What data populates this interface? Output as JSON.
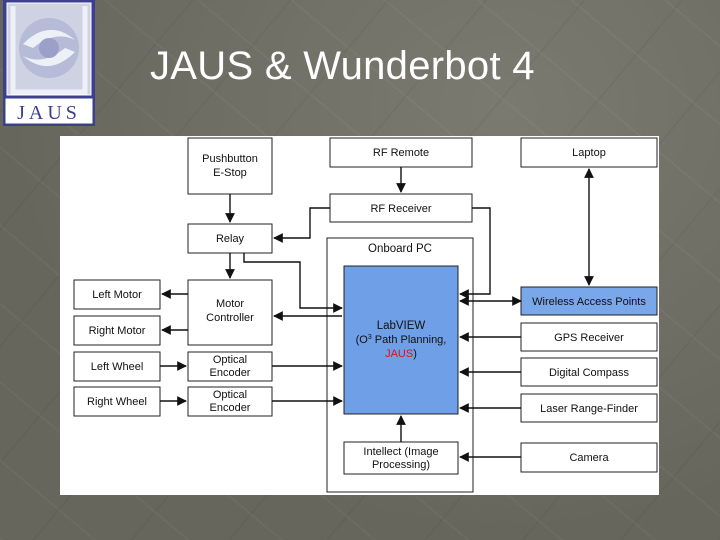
{
  "slide": {
    "title": "JAUS & Wunderbot 4",
    "logo": {
      "text": "JAUS",
      "colors": {
        "outer": "#3c3f8f",
        "frame": "#d9dbe8",
        "swirl": "#9aa0c8"
      }
    }
  },
  "diagram": {
    "nodes": {
      "pushbutton": {
        "line1": "Pushbutton",
        "line2": "E-Stop"
      },
      "rf_remote": {
        "text": "RF Remote"
      },
      "laptop": {
        "text": "Laptop"
      },
      "rf_receiver": {
        "text": "RF Receiver"
      },
      "relay": {
        "text": "Relay"
      },
      "onboard_pc": {
        "text": "Onboard PC"
      },
      "left_motor": {
        "text": "Left Motor"
      },
      "right_motor": {
        "text": "Right Motor"
      },
      "left_wheel": {
        "text": "Left Wheel"
      },
      "right_wheel": {
        "text": "Right Wheel"
      },
      "motor_controller": {
        "line1": "Motor",
        "line2": "Controller"
      },
      "optical_encoder_1": {
        "line1": "Optical",
        "line2": "Encoder"
      },
      "optical_encoder_2": {
        "line1": "Optical",
        "line2": "Encoder"
      },
      "labview": {
        "line1": "LabVIEW",
        "line2_prefix": "(O",
        "line2_sup": "3",
        "line2_suffix": " Path Planning,",
        "line3": "JAUS",
        "line3_suffix": ")"
      },
      "intellect": {
        "line1": "Intellect (Image",
        "line2": "Processing)"
      },
      "wireless_access_points": {
        "text": "Wireless Access Points"
      },
      "gps_receiver": {
        "text": "GPS Receiver"
      },
      "digital_compass": {
        "text": "Digital Compass"
      },
      "laser_range_finder": {
        "text": "Laser Range-Finder"
      },
      "camera": {
        "text": "Camera"
      }
    },
    "colors": {
      "labview_fill": "#6f9fe6",
      "wap_fill": "#7aa6ea",
      "jaus_text": "#d8141b"
    }
  }
}
